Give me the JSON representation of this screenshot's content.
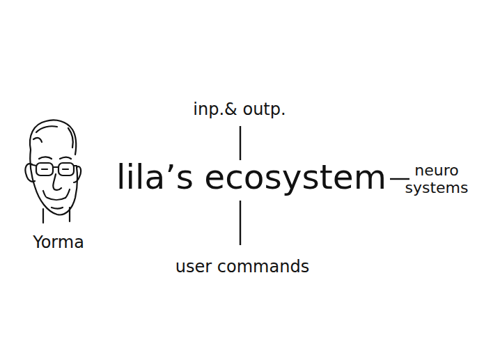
{
  "diagram": {
    "labels": [
      "Yorma",
      "inp.& outp.",
      "lila’s ecosystem",
      "neuro systems",
      "user commands"
    ]
  }
}
